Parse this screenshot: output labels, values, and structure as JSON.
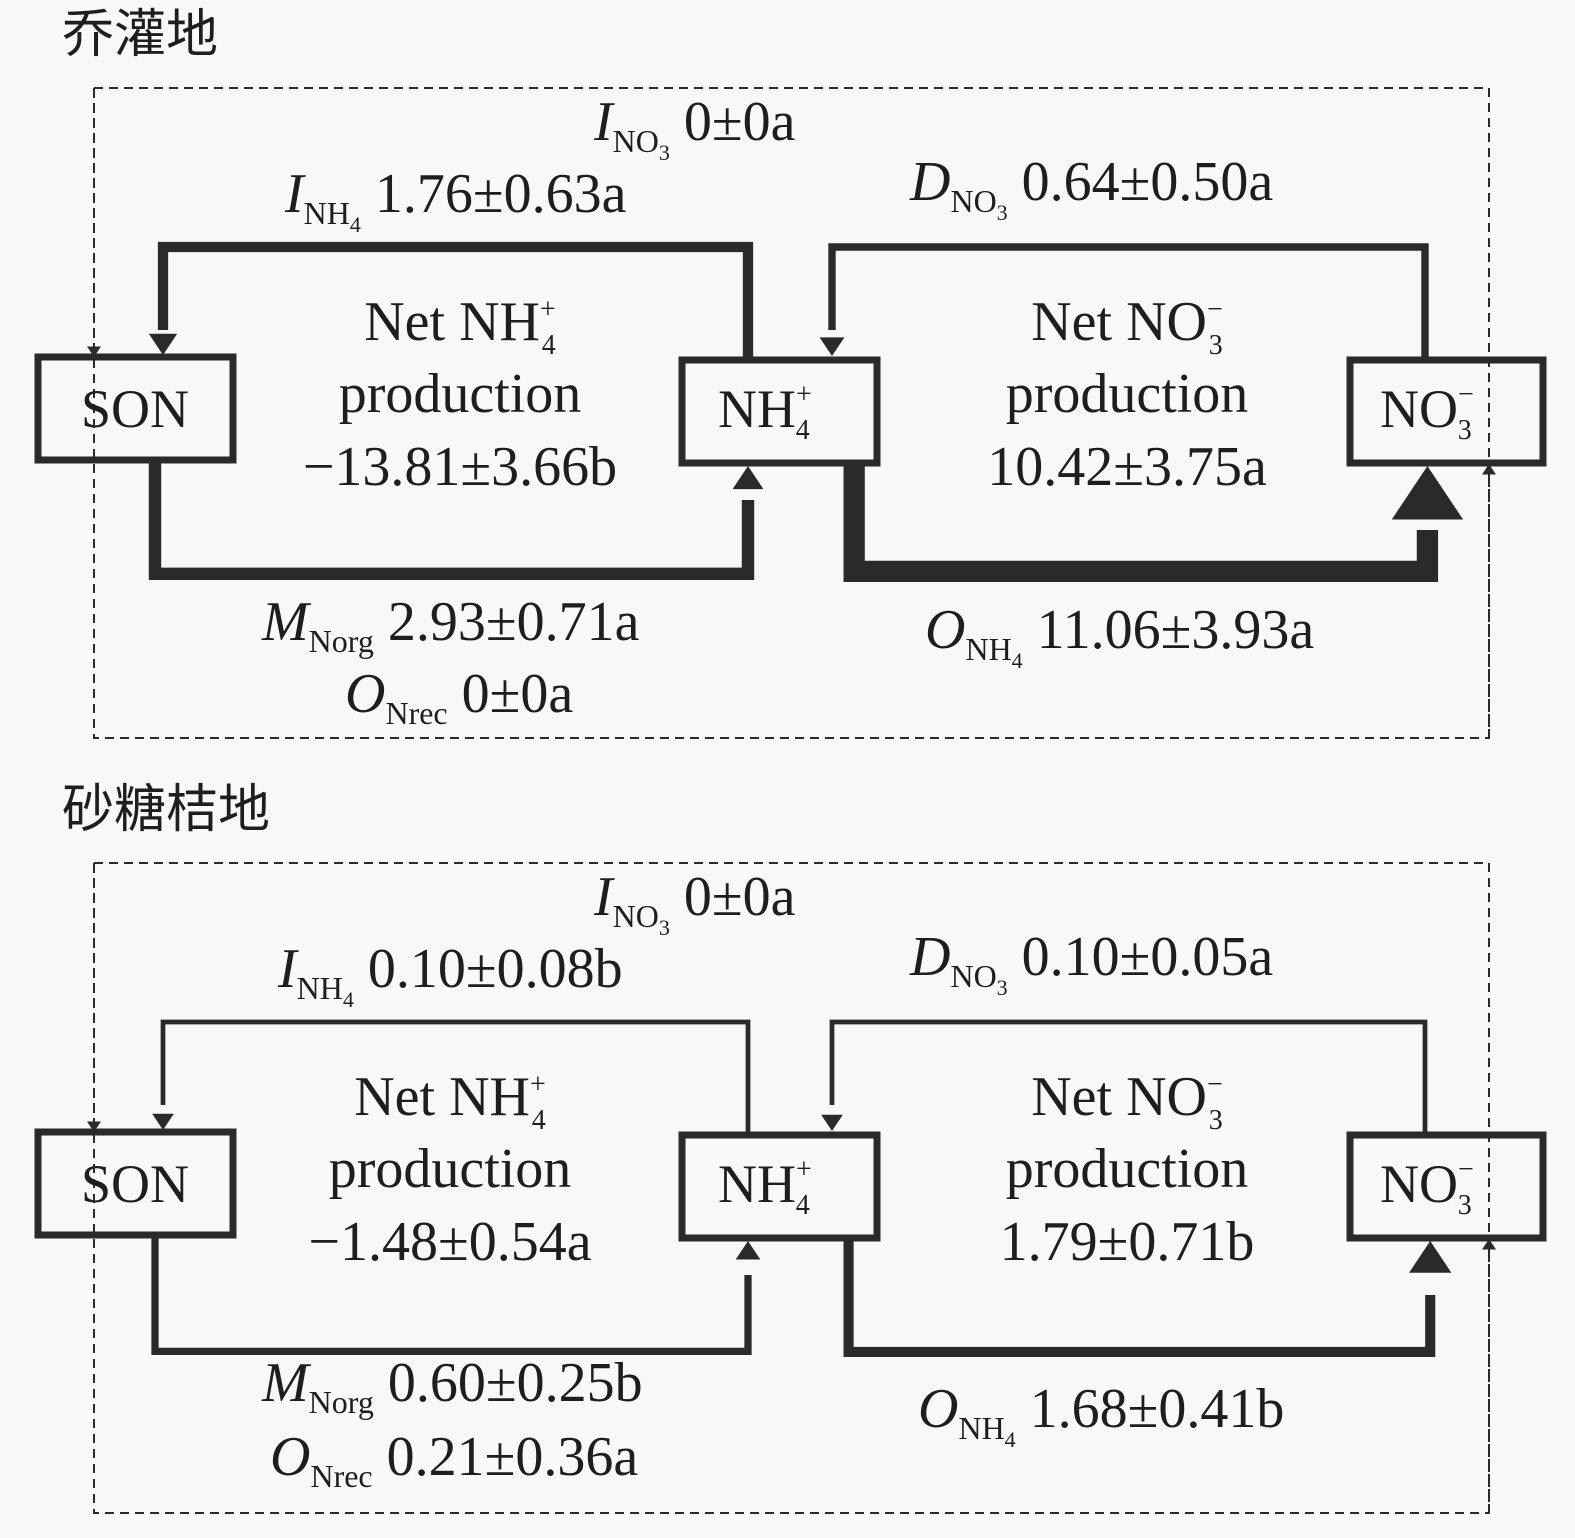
{
  "panels": [
    {
      "id": "shrub",
      "title": "乔灌地",
      "net_nh4": {
        "line1": "Net NH",
        "sup": "+",
        "sub": "4",
        "line2": "production",
        "value": "−13.81±3.66b"
      },
      "net_no3": {
        "line1": "Net NO",
        "sup": "−",
        "sub": "3",
        "line2": "production",
        "value": "10.42±3.75a"
      },
      "nodes": {
        "son": "SON",
        "nh4": {
          "base": "NH",
          "sup": "+",
          "sub": "4"
        },
        "no3": {
          "base": "NO",
          "sup": "−",
          "sub": "3"
        }
      },
      "fluxes": {
        "I_NO3": {
          "sym": "I",
          "sub": "NO",
          "subsub": "3",
          "value": "0±0a"
        },
        "I_NH4": {
          "sym": "I",
          "sub": "NH",
          "subsub": "4",
          "value": "1.76±0.63a"
        },
        "D_NO3": {
          "sym": "D",
          "sub": "NO",
          "subsub": "3",
          "value": "0.64±0.50a"
        },
        "M_Norg": {
          "sym": "M",
          "sub": "Norg",
          "subsub": "",
          "value": "2.93±0.71a"
        },
        "O_Nrec": {
          "sym": "O",
          "sub": "Nrec",
          "subsub": "",
          "value": "0±0a"
        },
        "O_NH4": {
          "sym": "O",
          "sub": "NH",
          "subsub": "4",
          "value": "11.06±3.93a"
        }
      },
      "weights": {
        "I_NH4": 1.76,
        "D_NO3": 0.64,
        "M_Norg": 2.93,
        "O_NH4": 11.06
      }
    },
    {
      "id": "citrus",
      "title": "砂糖桔地",
      "net_nh4": {
        "line1": "Net NH",
        "sup": "+",
        "sub": "4",
        "line2": "production",
        "value": "−1.48±0.54a"
      },
      "net_no3": {
        "line1": "Net NO",
        "sup": "−",
        "sub": "3",
        "line2": "production",
        "value": "1.79±0.71b"
      },
      "nodes": {
        "son": "SON",
        "nh4": {
          "base": "NH",
          "sup": "+",
          "sub": "4"
        },
        "no3": {
          "base": "NO",
          "sup": "−",
          "sub": "3"
        }
      },
      "fluxes": {
        "I_NO3": {
          "sym": "I",
          "sub": "NO",
          "subsub": "3",
          "value": "0±0a"
        },
        "I_NH4": {
          "sym": "I",
          "sub": "NH",
          "subsub": "4",
          "value": "0.10±0.08b"
        },
        "D_NO3": {
          "sym": "D",
          "sub": "NO",
          "subsub": "3",
          "value": "0.10±0.05a"
        },
        "M_Norg": {
          "sym": "M",
          "sub": "Norg",
          "subsub": "",
          "value": "0.60±0.25b"
        },
        "O_Nrec": {
          "sym": "O",
          "sub": "Nrec",
          "subsub": "",
          "value": "0.21±0.36a"
        },
        "O_NH4": {
          "sym": "O",
          "sub": "NH",
          "subsub": "4",
          "value": "1.68±0.41b"
        }
      },
      "weights": {
        "I_NH4": 0.1,
        "D_NO3": 0.1,
        "M_Norg": 0.6,
        "O_NH4": 1.68
      }
    }
  ],
  "colors": {
    "ink": "#2a2a2a",
    "background": "#f8f8f8"
  }
}
